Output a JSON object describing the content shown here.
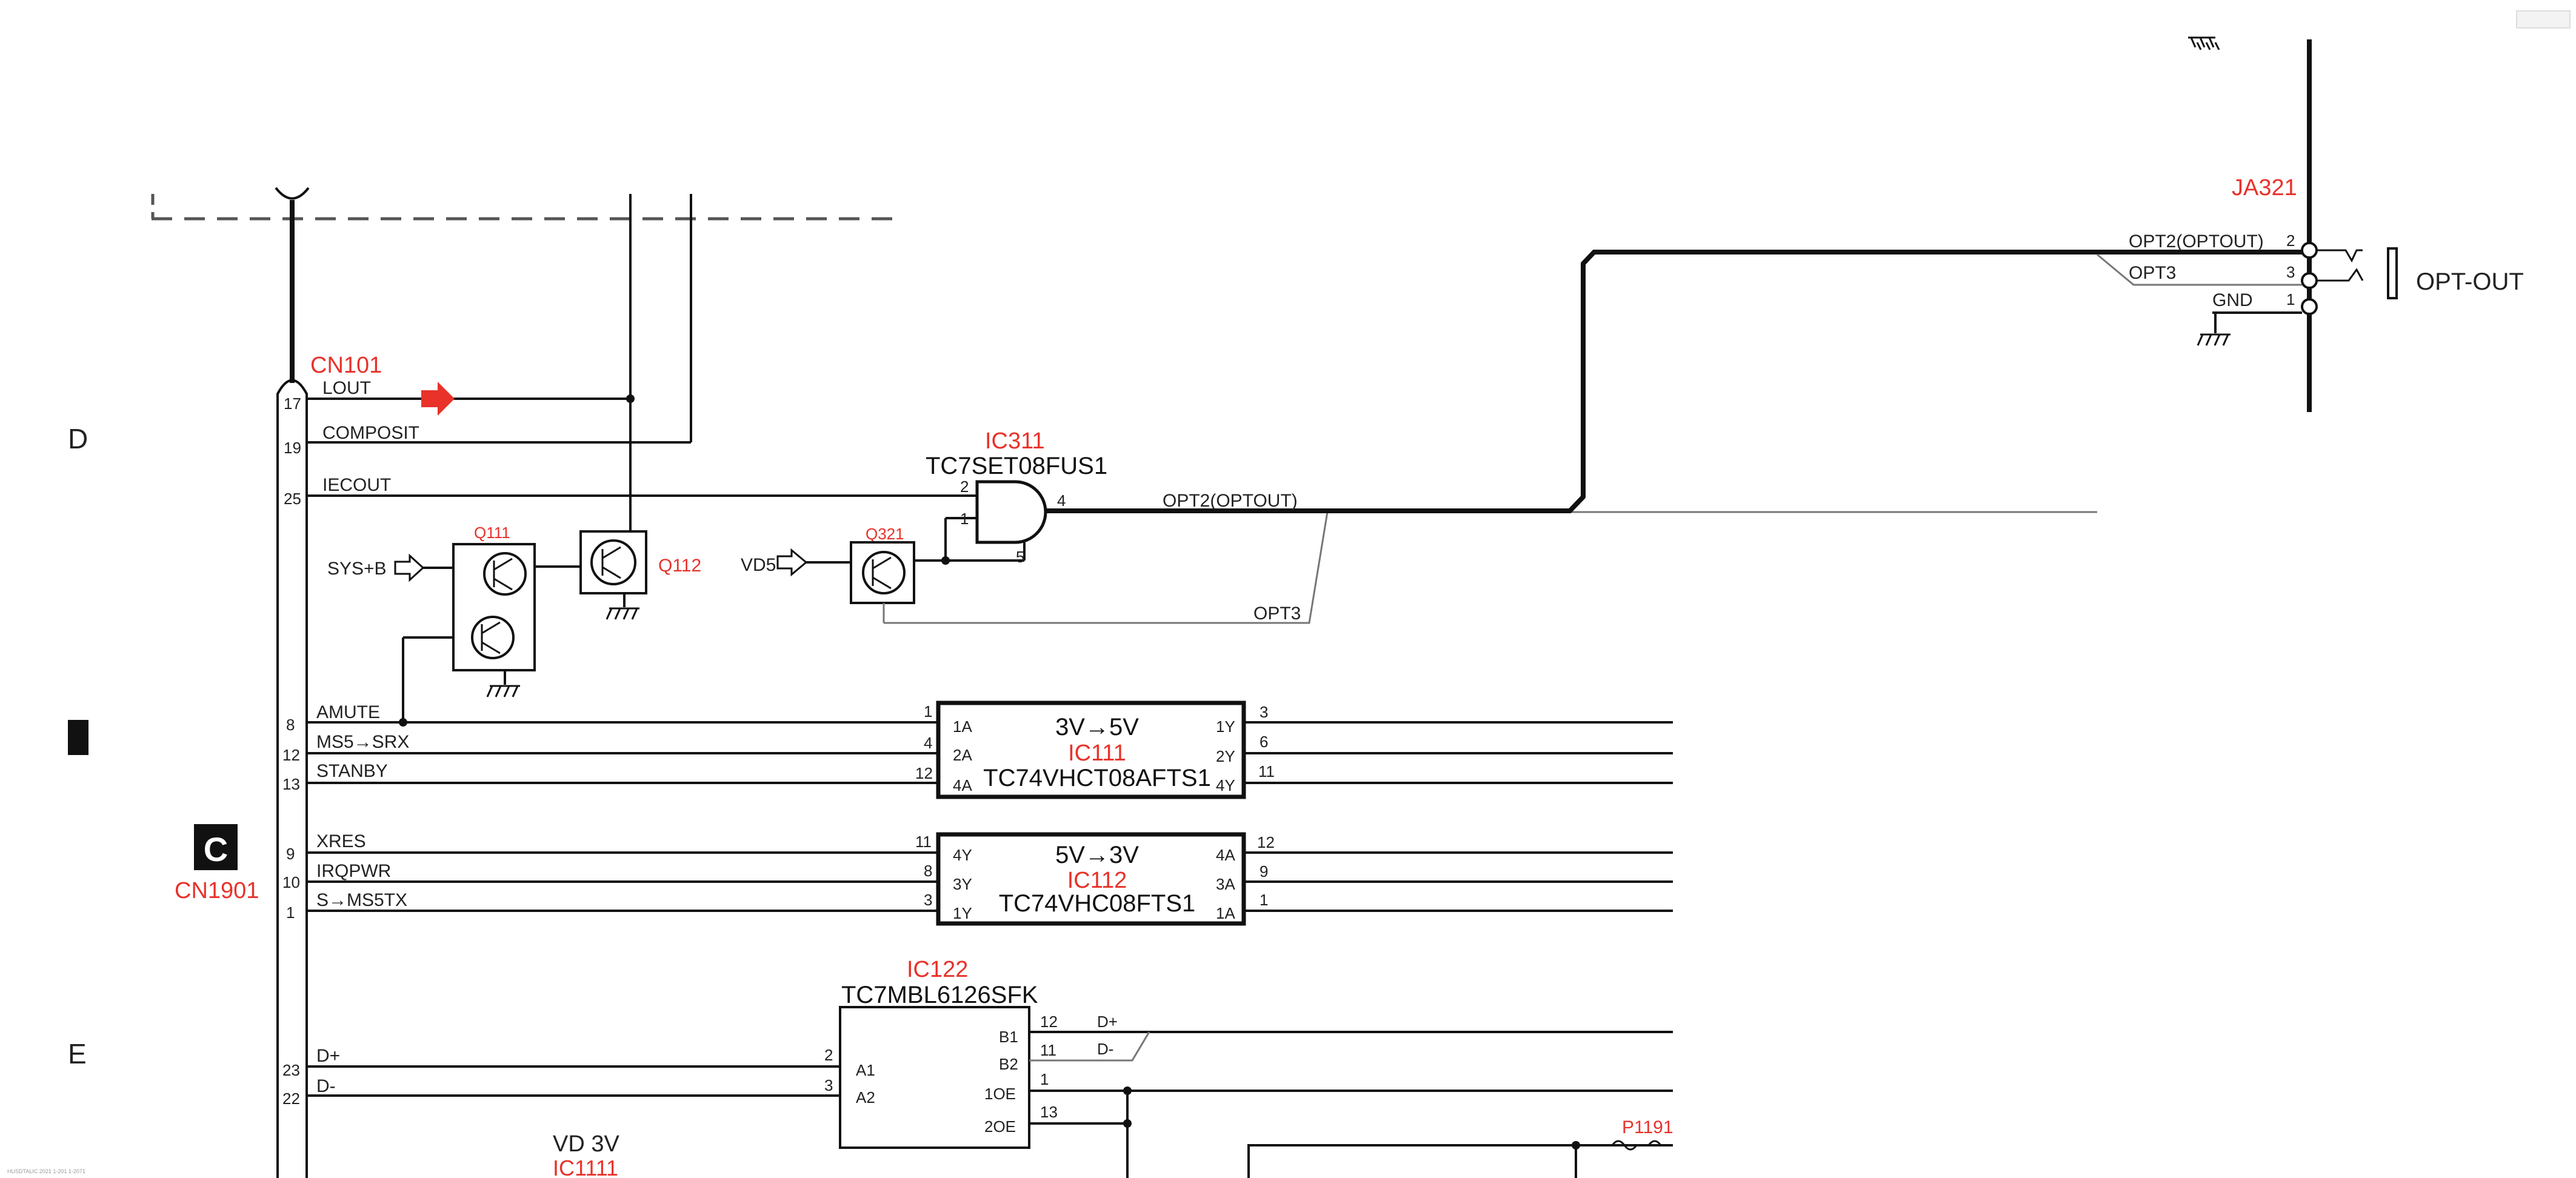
{
  "row_markers": {
    "d": "D",
    "e": "E",
    "c": "C"
  },
  "connectors": {
    "cn101": "CN101",
    "cn1901": "CN1901",
    "ja321": "JA321",
    "opt_out": "OPT-OUT"
  },
  "cn_pins": [
    {
      "num": "17",
      "signal": "LOUT"
    },
    {
      "num": "19",
      "signal": "COMPOSIT"
    },
    {
      "num": "25",
      "signal": "IECOUT"
    },
    {
      "num": "8",
      "signal": "AMUTE"
    },
    {
      "num": "12",
      "signal": "MS5→SRX"
    },
    {
      "num": "13",
      "signal": "STANBY"
    },
    {
      "num": "9",
      "signal": "XRES"
    },
    {
      "num": "10",
      "signal": "IRQPWR"
    },
    {
      "num": "1",
      "signal": "S→MS5TX"
    },
    {
      "num": "23",
      "signal": "D+"
    },
    {
      "num": "22",
      "signal": "D-"
    }
  ],
  "ja321_pins": [
    {
      "num": "2",
      "signal": "OPT2(OPTOUT)"
    },
    {
      "num": "3",
      "signal": "OPT3"
    },
    {
      "num": "1",
      "signal": "GND"
    }
  ],
  "ic311": {
    "ref": "IC311",
    "part": "TC7SET08FUS1",
    "pins": [
      "2",
      "1",
      "4",
      "5"
    ],
    "out_net": "OPT2(OPTOUT)",
    "opt3_net": "OPT3"
  },
  "ic111": {
    "ref": "IC111",
    "part": "TC74VHCT08AFTS1",
    "conv": "3V→5V",
    "left_pins": [
      {
        "num": "1",
        "name": "1A"
      },
      {
        "num": "4",
        "name": "2A"
      },
      {
        "num": "12",
        "name": "4A"
      }
    ],
    "right_pins": [
      {
        "num": "3",
        "name": "1Y"
      },
      {
        "num": "6",
        "name": "2Y"
      },
      {
        "num": "11",
        "name": "4Y"
      }
    ]
  },
  "ic112": {
    "ref": "IC112",
    "part": "TC74VHC08FTS1",
    "conv": "5V→3V",
    "left_pins": [
      {
        "num": "11",
        "name": "4Y"
      },
      {
        "num": "8",
        "name": "3Y"
      },
      {
        "num": "3",
        "name": "1Y"
      }
    ],
    "right_pins": [
      {
        "num": "12",
        "name": "4A"
      },
      {
        "num": "9",
        "name": "3A"
      },
      {
        "num": "1",
        "name": "1A"
      }
    ]
  },
  "ic122": {
    "ref": "IC122",
    "part": "TC7MBL6126SFK",
    "left_pins": [
      {
        "num": "2",
        "name": "A1"
      },
      {
        "num": "3",
        "name": "A2"
      }
    ],
    "right_pins": [
      {
        "num": "12",
        "name": "B1",
        "net": "D+"
      },
      {
        "num": "11",
        "name": "B2",
        "net": "D-"
      },
      {
        "num": "1",
        "name": "1OE"
      },
      {
        "num": "13",
        "name": "2OE"
      }
    ]
  },
  "transistors": {
    "q111": "Q111",
    "q112": "Q112",
    "q321": "Q321"
  },
  "supplies": {
    "sys_b": "SYS+B",
    "vd5": "VD5",
    "vd3v": "VD 3V"
  },
  "misc": {
    "ic1111": "IC1111",
    "p1191": "P1191"
  },
  "footer_note": "HUSDTALIC 2021 1-201 1-2071",
  "colors": {
    "accent_red": "#e8322a",
    "wire": "#111111",
    "wire_grey": "#777777"
  }
}
